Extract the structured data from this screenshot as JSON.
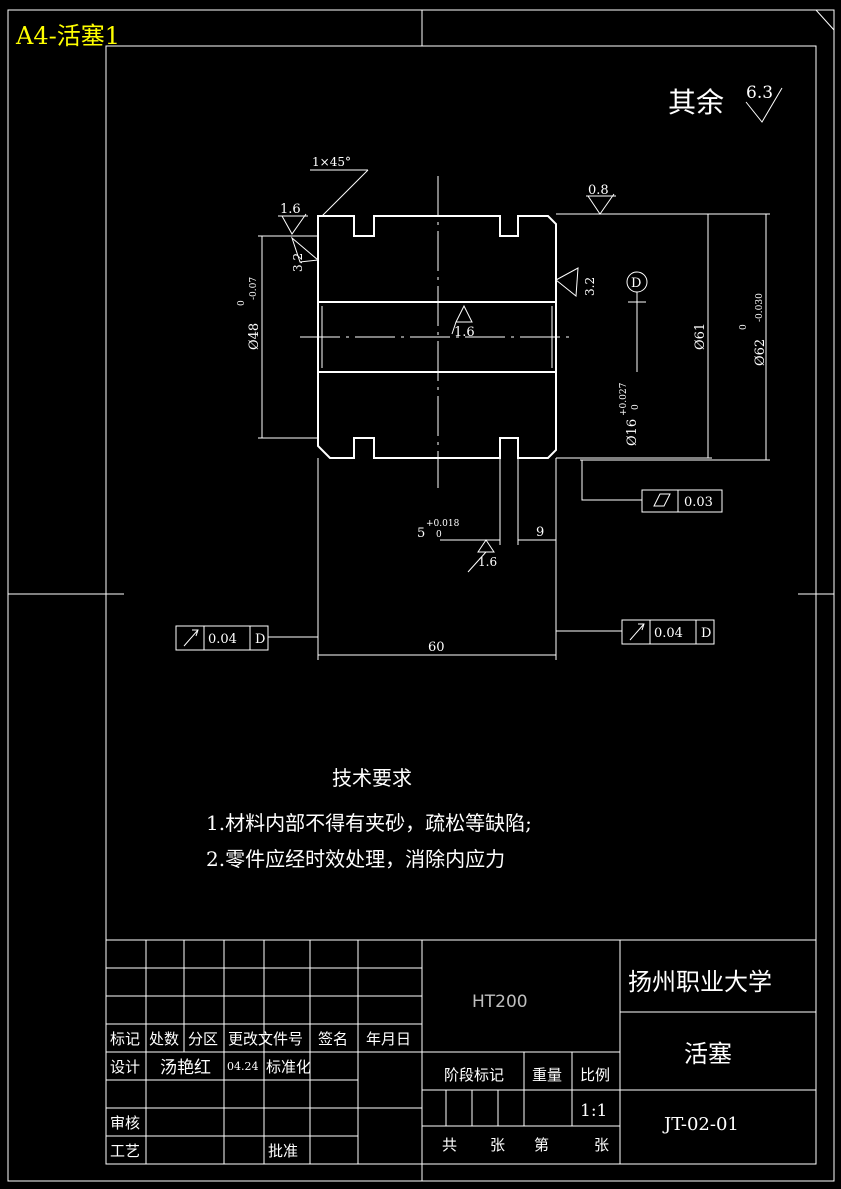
{
  "sheet_label": "A4-活塞1",
  "surface_note": {
    "text": "其余",
    "value": "6.3"
  },
  "drawing": {
    "chamfer": "1×45°",
    "roughness": {
      "top_left": "1.6",
      "left_face": "3.2",
      "right_face": "3.2",
      "top_right": "0.8",
      "bore": "1.6",
      "groove": "1.6"
    },
    "datum": "D",
    "dims": {
      "d48": "Ø48",
      "d48_up": "0",
      "d48_low": "-0.07",
      "d16": "Ø16",
      "d16_up": "+0.027",
      "d16_low": "0",
      "d61": "Ø61",
      "d62": "Ø62",
      "d62_up": "0",
      "d62_low": "-0.030",
      "groove_w": "5",
      "groove_up": "+0.018",
      "groove_low": "0",
      "groove_pos": "9",
      "length": "60"
    },
    "tolerances": {
      "right_cyl": {
        "value": "0.03"
      },
      "left_runout": {
        "value": "0.04",
        "datum": "D"
      },
      "right_runout": {
        "value": "0.04",
        "datum": "D"
      }
    }
  },
  "tech_requirements": {
    "title": "技术要求",
    "items": [
      "1.材料内部不得有夹砂，疏松等缺陷;",
      "2.零件应经时效处理，消除内应力"
    ]
  },
  "title_block": {
    "material": "HT200",
    "school": "扬州职业大学",
    "part_name": "活塞",
    "drawing_no": "JT-02-01",
    "scale": "1:1",
    "headers": {
      "mark": "标记",
      "count": "处数",
      "zone": "分区",
      "doc": "更改文件号",
      "sign": "签名",
      "date": "年月日"
    },
    "design_label": "设计",
    "designer": "汤艳红",
    "design_date": "04.24",
    "standardize": "标准化",
    "review": "审核",
    "process": "工艺",
    "approve": "批准",
    "stage_mark": "阶段标记",
    "weight": "重量",
    "ratio": "比例",
    "total": "共",
    "sheets": "张",
    "nth": "第",
    "sheet2": "张"
  }
}
